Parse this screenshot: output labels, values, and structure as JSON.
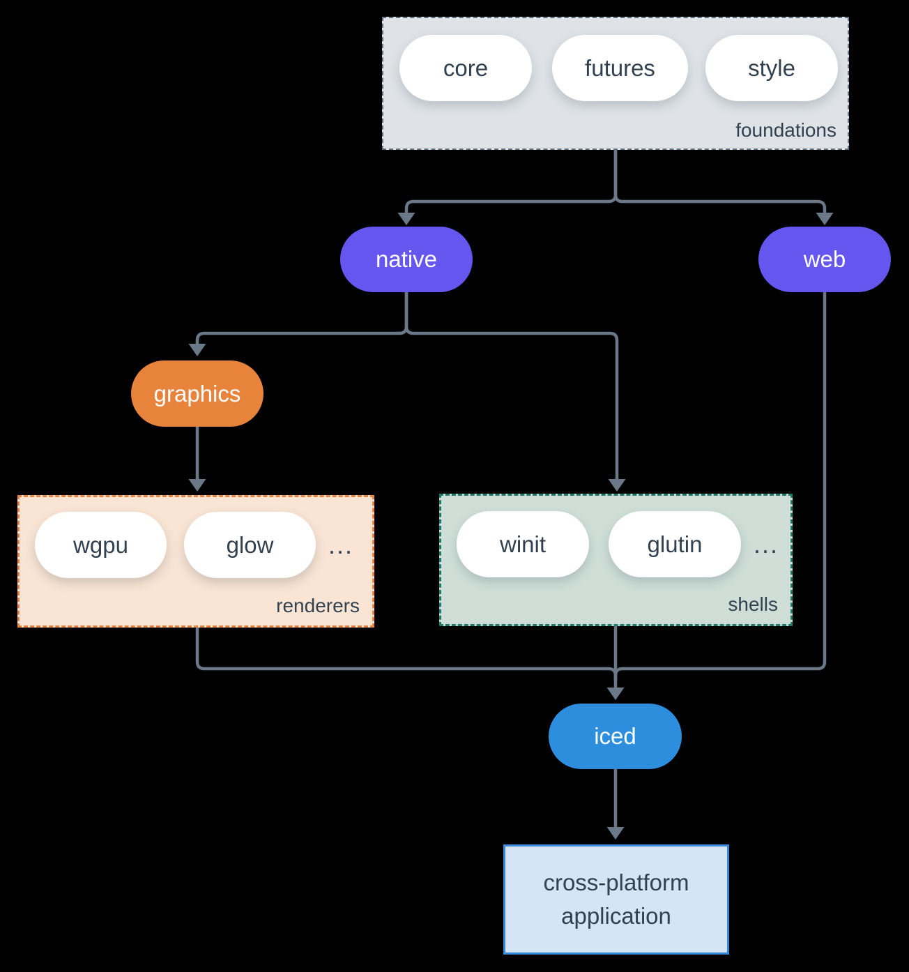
{
  "palette": {
    "background": "#000000",
    "connector_line": "#6a7888",
    "text_dark": "#32414f",
    "pill_white": "#ffffff",
    "pill_purple": "#6456ee",
    "pill_orange": "#e8833c",
    "pill_blue": "#2e8ede",
    "foundations_fill": "#dfe3e7",
    "foundations_border": "#5c6d7c",
    "renderers_fill": "#fae5d4",
    "renderers_border": "#e8823c",
    "shells_fill": "#cfdfd8",
    "shells_border": "#1e7968",
    "application_fill": "#d6e5f6",
    "application_border": "#3a86d8"
  },
  "diagram": {
    "foundations": {
      "label": "foundations",
      "pills": [
        "core",
        "futures",
        "style"
      ]
    },
    "native": {
      "label": "native"
    },
    "web": {
      "label": "web"
    },
    "graphics": {
      "label": "graphics"
    },
    "renderers": {
      "label": "renderers",
      "pills": [
        "wgpu",
        "glow"
      ],
      "ellipsis": "..."
    },
    "shells": {
      "label": "shells",
      "pills": [
        "winit",
        "glutin"
      ],
      "ellipsis": "..."
    },
    "iced": {
      "label": "iced"
    },
    "application": {
      "label": "cross-platform application"
    }
  }
}
